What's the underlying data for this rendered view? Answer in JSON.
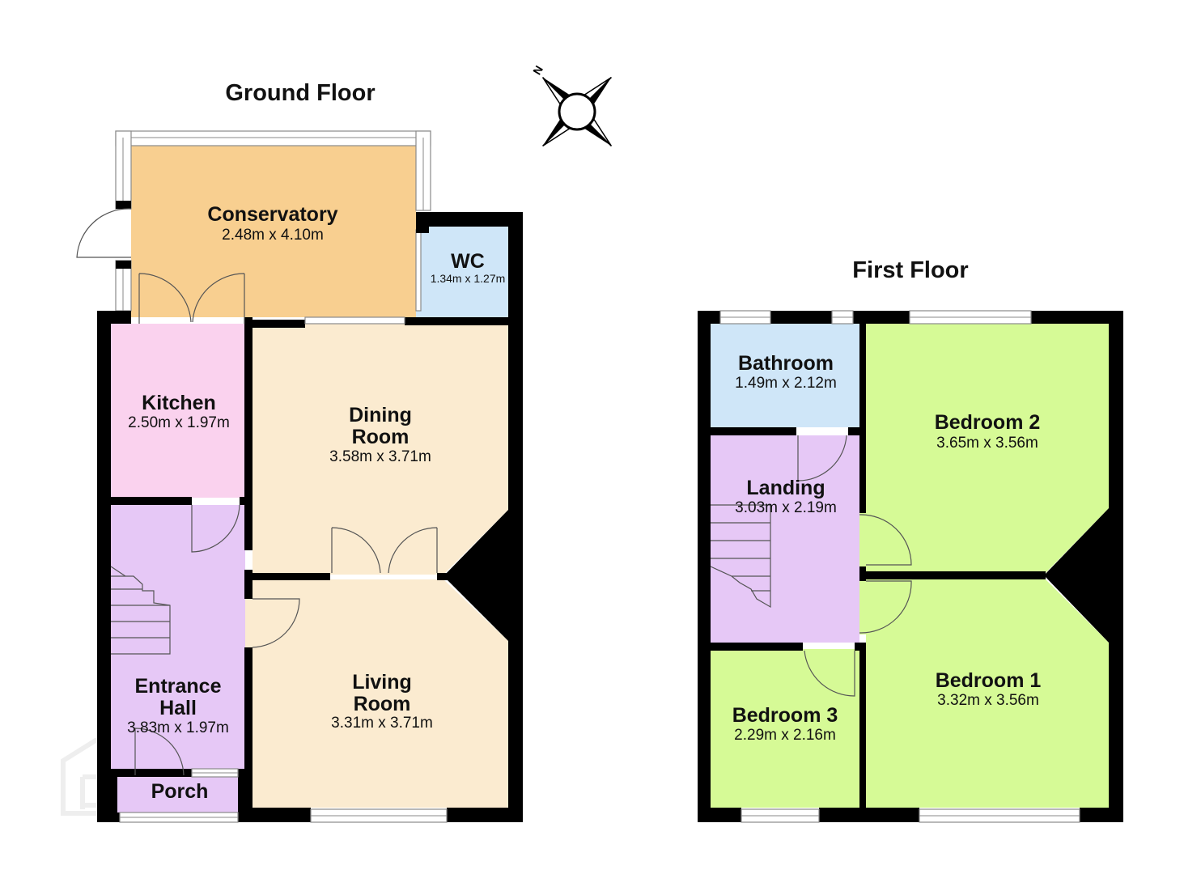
{
  "floors": {
    "ground": {
      "title": "Ground Floor"
    },
    "first": {
      "title": "First Floor"
    }
  },
  "compass": {
    "label": "N"
  },
  "rooms": {
    "conservatory": {
      "name": "Conservatory",
      "dims": "2.48m x 4.10m"
    },
    "wc": {
      "name": "WC",
      "dims": "1.34m x 1.27m"
    },
    "kitchen": {
      "name": "Kitchen",
      "dims": "2.50m x 1.97m"
    },
    "dining": {
      "name_line1": "Dining",
      "name_line2": "Room",
      "dims": "3.58m x 3.71m"
    },
    "living": {
      "name_line1": "Living",
      "name_line2": "Room",
      "dims": "3.31m x 3.71m"
    },
    "entrance": {
      "name_line1": "Entrance",
      "name_line2": "Hall",
      "dims": "3.83m x 1.97m"
    },
    "porch": {
      "name": "Porch"
    },
    "bathroom": {
      "name": "Bathroom",
      "dims": "1.49m x 2.12m"
    },
    "landing": {
      "name": "Landing",
      "dims": "3.03m x 2.19m"
    },
    "bedroom2": {
      "name": "Bedroom 2",
      "dims": "3.65m x 3.56m"
    },
    "bedroom1": {
      "name": "Bedroom 1",
      "dims": "3.32m x 3.56m"
    },
    "bedroom3": {
      "name": "Bedroom 3",
      "dims": "2.29m x 2.16m"
    }
  },
  "colors": {
    "conservatory": "#f8cf90",
    "wc": "#cfe6f8",
    "kitchen": "#fad2ee",
    "living_dining": "#fbebd0",
    "hall_landing": "#e6c8f6",
    "bathroom": "#cfe6f8",
    "bedrooms": "#d6fa96",
    "walls": "#000000"
  }
}
